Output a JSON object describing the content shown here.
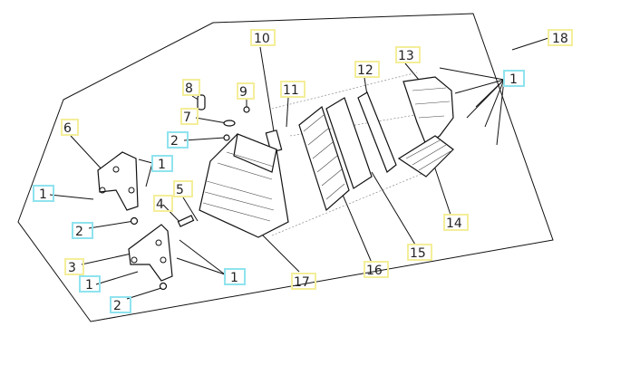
{
  "diagram": {
    "title": "Air filter assembly exploded view",
    "labels": [
      {
        "text": "18",
        "kind": "part"
      },
      {
        "text": "10",
        "kind": "part"
      },
      {
        "text": "12",
        "kind": "part"
      },
      {
        "text": "13",
        "kind": "part"
      },
      {
        "text": "1",
        "kind": "fastener"
      },
      {
        "text": "8",
        "kind": "part"
      },
      {
        "text": "9",
        "kind": "part"
      },
      {
        "text": "11",
        "kind": "part"
      },
      {
        "text": "7",
        "kind": "part"
      },
      {
        "text": "2",
        "kind": "fastener"
      },
      {
        "text": "6",
        "kind": "part"
      },
      {
        "text": "1",
        "kind": "fastener"
      },
      {
        "text": "1",
        "kind": "fastener"
      },
      {
        "text": "5",
        "kind": "part"
      },
      {
        "text": "4",
        "kind": "part"
      },
      {
        "text": "2",
        "kind": "fastener"
      },
      {
        "text": "14",
        "kind": "part"
      },
      {
        "text": "3",
        "kind": "part"
      },
      {
        "text": "1",
        "kind": "fastener"
      },
      {
        "text": "1",
        "kind": "fastener"
      },
      {
        "text": "17",
        "kind": "part"
      },
      {
        "text": "16",
        "kind": "part"
      },
      {
        "text": "15",
        "kind": "part"
      },
      {
        "text": "2",
        "kind": "fastener"
      }
    ],
    "colors": {
      "part_box": "#f4ee9a",
      "fastener_box": "#8fe3ee",
      "line": "#111111"
    }
  }
}
